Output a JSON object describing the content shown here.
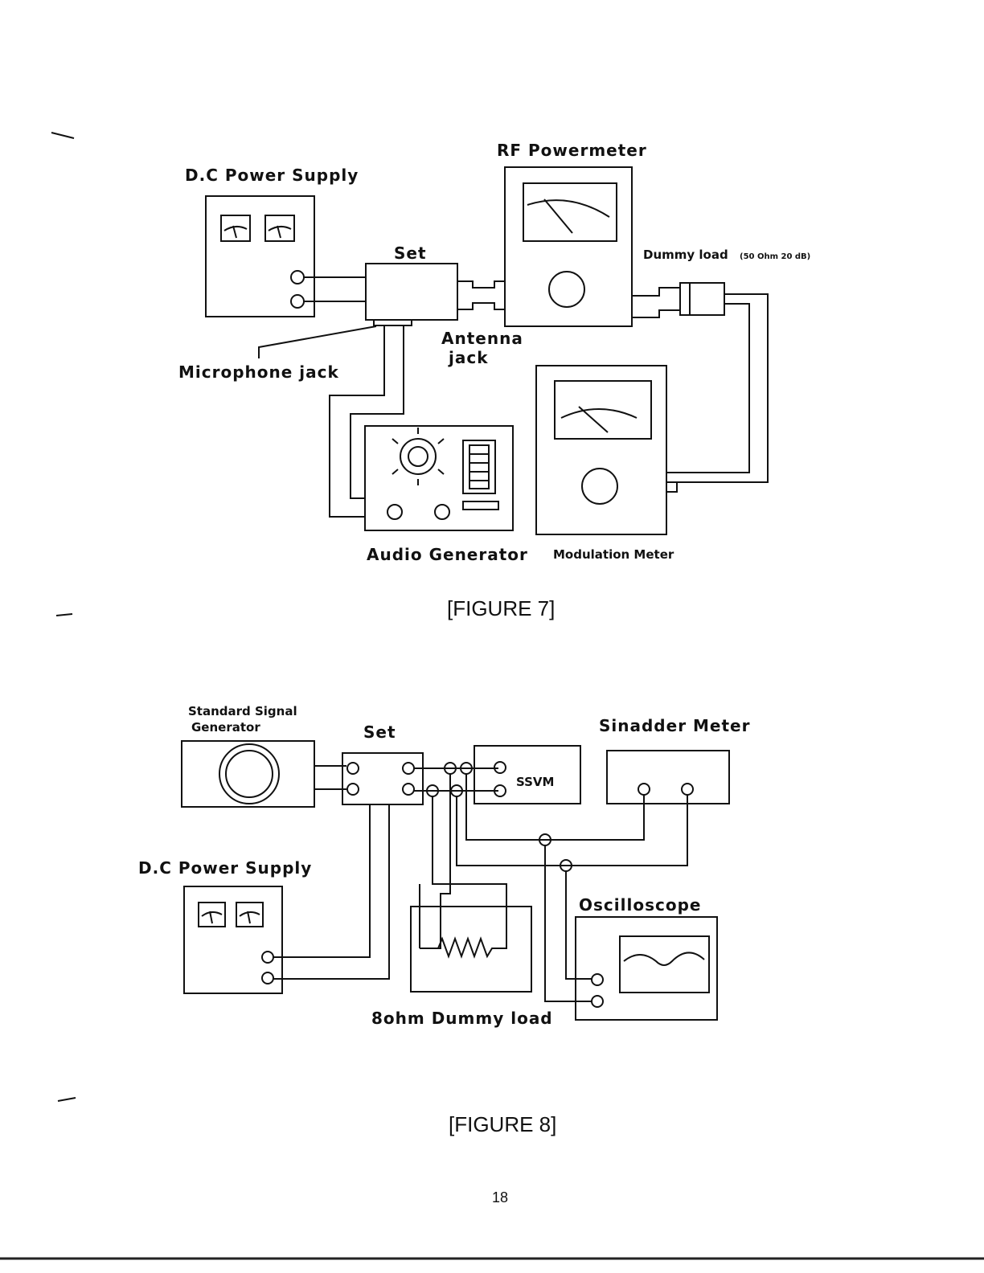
{
  "figure7": {
    "caption": "[FIGURE 7]",
    "dc_power_supply": "D.C Power Supply",
    "rf_powermeter": "RF Powermeter",
    "set": "Set",
    "dummy_load": "Dummy load",
    "dummy_load_spec": "(50 Ohm 20 dB)",
    "antenna_jack_line1": "Antenna",
    "antenna_jack_line2": "jack",
    "microphone_jack": "Microphone jack",
    "audio_generator": "Audio Generator",
    "modulation_meter": "Modulation Meter"
  },
  "figure8": {
    "caption": "[FIGURE 8]",
    "standard_signal_generator_line1": "Standard Signal",
    "standard_signal_generator_line2": "Generator",
    "set": "Set",
    "sinadder_meter": "Sinadder Meter",
    "ssvm": "SSVM",
    "dc_power_supply": "D.C Power Supply",
    "oscilloscope": "Oscilloscope",
    "dummy_load": "8ohm Dummy load"
  },
  "page_number": "18"
}
